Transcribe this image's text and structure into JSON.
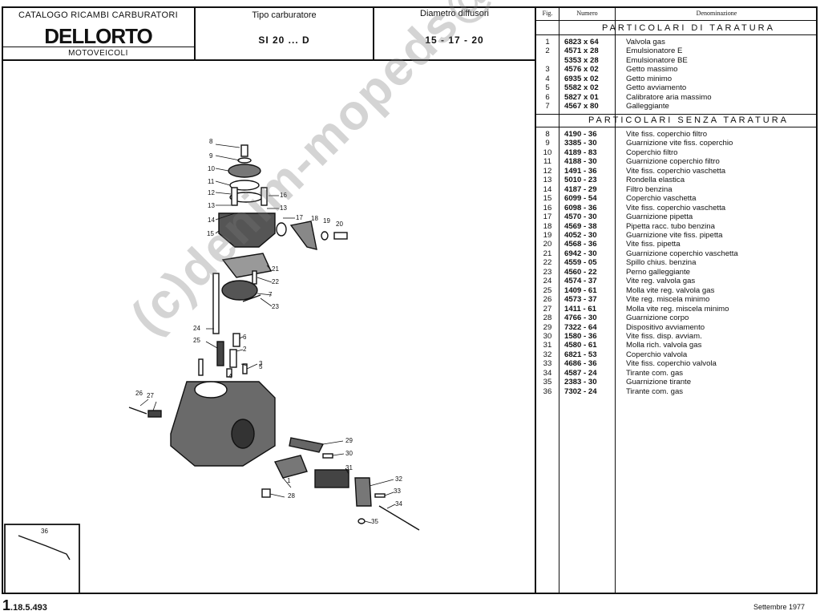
{
  "header": {
    "catalog_title": "CATALOGO RICAMBI CARBURATORI",
    "brand": "DELLORTO",
    "category": "MOTOVEICOLI",
    "type_label": "Tipo carburatore",
    "type_value": "SI 20 ... D",
    "diameter_label": "Diametro diffusori",
    "diameter_value": "15 - 17 - 20"
  },
  "columns": {
    "fig": "Fig.",
    "number": "Numero",
    "description": "Denominazione"
  },
  "section_tuning": "PARTICOLARI DI TARATURA",
  "section_other": "PARTICOLARI SENZA TARATURA",
  "tuning_parts": [
    {
      "fig": "1",
      "num": "6823 x 64",
      "desc": "Valvola gas"
    },
    {
      "fig": "2",
      "num": "4571 x 28",
      "desc": "Emulsionatore E"
    },
    {
      "fig": "",
      "num": "5353 x 28",
      "desc": "Emulsionatore BE"
    },
    {
      "fig": "3",
      "num": "4576 x 02",
      "desc": "Getto massimo"
    },
    {
      "fig": "4",
      "num": "6935 x 02",
      "desc": "Getto minimo"
    },
    {
      "fig": "5",
      "num": "5582 x 02",
      "desc": "Getto avviamento"
    },
    {
      "fig": "6",
      "num": "5827 x 01",
      "desc": "Calibratore aria massimo"
    },
    {
      "fig": "7",
      "num": "4567 x 80",
      "desc": "Galleggiante"
    }
  ],
  "other_parts": [
    {
      "fig": "8",
      "num": "4190 - 36",
      "desc": "Vite fiss. coperchio filtro"
    },
    {
      "fig": "9",
      "num": "3385 - 30",
      "desc": "Guarnizione vite fiss. coperchio"
    },
    {
      "fig": "10",
      "num": "4189 - 83",
      "desc": "Coperchio filtro"
    },
    {
      "fig": "11",
      "num": "4188 - 30",
      "desc": "Guarnizione coperchio filtro"
    },
    {
      "fig": "12",
      "num": "1491 - 36",
      "desc": "Vite fiss. coperchio vaschetta"
    },
    {
      "fig": "13",
      "num": "5010 - 23",
      "desc": "Rondella elastica"
    },
    {
      "fig": "14",
      "num": "4187 - 29",
      "desc": "Filtro benzina"
    },
    {
      "fig": "15",
      "num": "6099 - 54",
      "desc": "Coperchio vaschetta"
    },
    {
      "fig": "16",
      "num": "6098 - 36",
      "desc": "Vite fiss. coperchio vaschetta"
    },
    {
      "fig": "17",
      "num": "4570 - 30",
      "desc": "Guarnizione pipetta"
    },
    {
      "fig": "18",
      "num": "4569 - 38",
      "desc": "Pipetta racc. tubo benzina"
    },
    {
      "fig": "19",
      "num": "4052 - 30",
      "desc": "Guarnizione vite fiss. pipetta"
    },
    {
      "fig": "20",
      "num": "4568 - 36",
      "desc": "Vite fiss. pipetta"
    },
    {
      "fig": "21",
      "num": "6942 - 30",
      "desc": "Guarnizione coperchio vaschetta"
    },
    {
      "fig": "22",
      "num": "4559 - 05",
      "desc": "Spillo chius. benzina"
    },
    {
      "fig": "23",
      "num": "4560 - 22",
      "desc": "Perno galleggiante"
    },
    {
      "fig": "24",
      "num": "4574 - 37",
      "desc": "Vite reg. valvola gas"
    },
    {
      "fig": "25",
      "num": "1409 - 61",
      "desc": "Molla vite reg. valvola gas"
    },
    {
      "fig": "26",
      "num": "4573 - 37",
      "desc": "Vite reg. miscela minimo"
    },
    {
      "fig": "27",
      "num": "1411 - 61",
      "desc": "Molla vite reg. miscela minimo"
    },
    {
      "fig": "28",
      "num": "4766 - 30",
      "desc": "Guarnizione corpo"
    },
    {
      "fig": "29",
      "num": "7322 - 64",
      "desc": "Dispositivo avviamento"
    },
    {
      "fig": "30",
      "num": "1580 - 36",
      "desc": "Vite fiss. disp. avviam."
    },
    {
      "fig": "31",
      "num": "4580 - 61",
      "desc": "Molla rich. valvola gas"
    },
    {
      "fig": "32",
      "num": "6821 - 53",
      "desc": "Coperchio valvola"
    },
    {
      "fig": "33",
      "num": "4686 - 36",
      "desc": "Vite fiss. coperchio valvola"
    },
    {
      "fig": "34",
      "num": "4587 - 24",
      "desc": "Tirante com. gas"
    },
    {
      "fig": "35",
      "num": "2383 - 30",
      "desc": "Guarnizione tirante"
    },
    {
      "fig": "36",
      "num": "7302 - 24",
      "desc": "Tirante com. gas"
    }
  ],
  "footer": {
    "page_prefix": "1",
    "page_code": ".18.5.493",
    "date": "Settembre 1977"
  },
  "watermark": "(c)denim-mopeds@arcor.de",
  "callouts": [
    "8",
    "9",
    "10",
    "11",
    "12",
    "13",
    "14",
    "15",
    "16",
    "13",
    "17",
    "18",
    "19",
    "20",
    "21",
    "22",
    "7",
    "23",
    "24",
    "25",
    "6",
    "2",
    "3",
    "5",
    "4",
    "26",
    "27",
    "29",
    "30",
    "31",
    "1",
    "28",
    "32",
    "33",
    "34",
    "35",
    "36"
  ]
}
